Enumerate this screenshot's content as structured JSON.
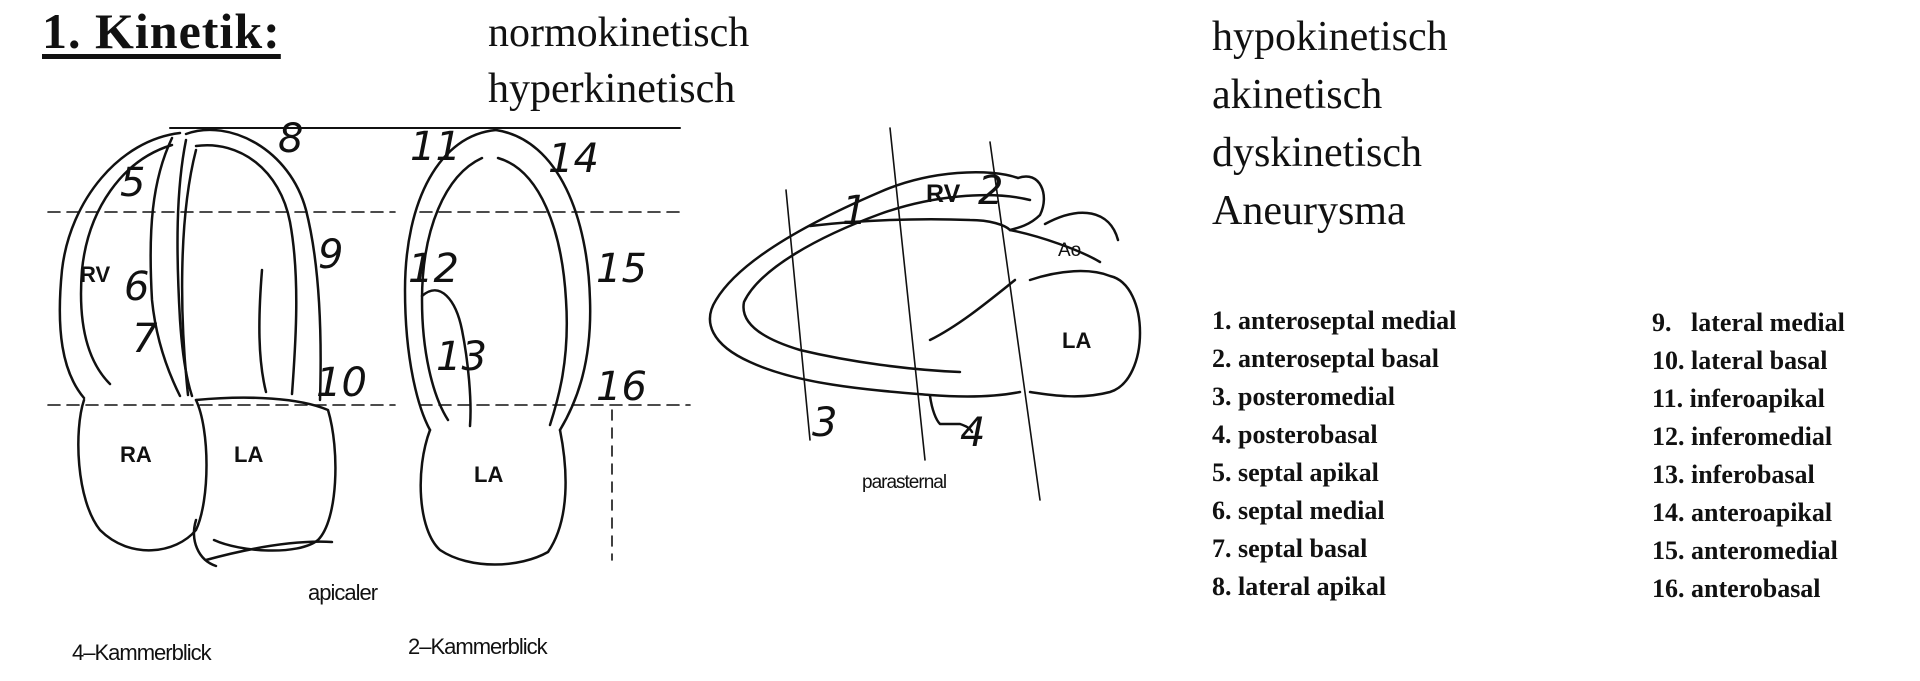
{
  "heading": "1. Kinetik:",
  "kinetics_left": [
    "normokinetisch",
    "hyperkinetisch"
  ],
  "kinetics_right": [
    "hypokinetisch",
    "akinetisch",
    "dyskinetisch",
    "Aneurysma"
  ],
  "segments_left": [
    "1. anteroseptal medial",
    "2. anteroseptal basal",
    "3. posteromedial",
    "4. posterobasal",
    "5. septal apikal",
    "6. septal medial",
    "7. septal basal",
    "8. lateral apikal"
  ],
  "segments_right": [
    "9.   lateral medial",
    "10. lateral basal",
    "11. inferoapikal",
    "12. inferomedial",
    "13. inferobasal",
    "14. anteroapikal",
    "15. anteromedial",
    "16. anterobasal"
  ],
  "diagram": {
    "four_chamber_numbers": [
      "5",
      "6",
      "7",
      "8",
      "9",
      "10"
    ],
    "four_chamber_labels": [
      "RV",
      "RA",
      "LA"
    ],
    "two_chamber_numbers": [
      "11",
      "12",
      "13",
      "14",
      "15",
      "16"
    ],
    "two_chamber_labels": [
      "LA"
    ],
    "parasternal_numbers": [
      "1",
      "2",
      "3",
      "4"
    ],
    "parasternal_labels": [
      "RV",
      "Ao",
      "LA"
    ],
    "captions": {
      "apical": "apicaler",
      "four_chamber": "4–Kammerblick",
      "two_chamber": "2–Kammerblick",
      "parasternal": "parasternal"
    }
  }
}
